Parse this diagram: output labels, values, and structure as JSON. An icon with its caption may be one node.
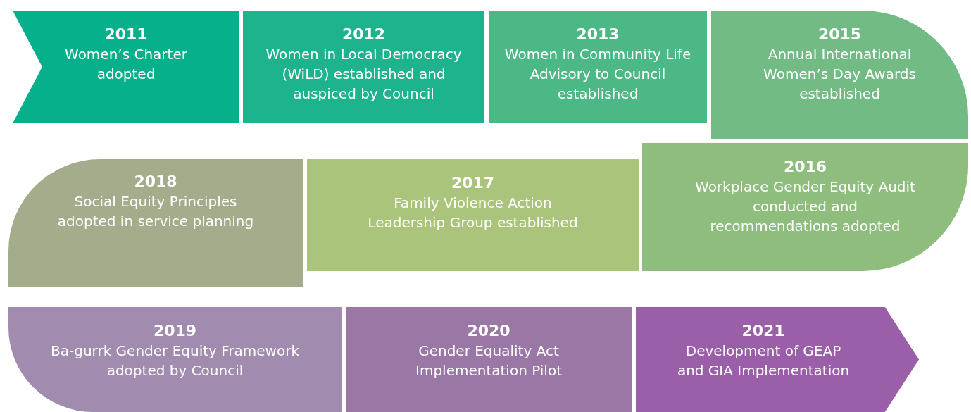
{
  "diagram": {
    "nodes": [
      {
        "text": [
          "2011",
          "Women’s Charter adopted"
        ]
      },
      {
        "text": [
          "2012",
          "Women in Local Democracy (WiLD) established and auspiced by Council"
        ]
      },
      {
        "text": [
          "2013",
          "Women in Community Life Advisory to Council established"
        ]
      },
      {
        "text": [
          "2015",
          "Annual International Women’s Day Awards established"
        ]
      },
      {
        "text": [
          "2016",
          "Workplace Gender Equity Audit conducted and recommendations adopted"
        ]
      },
      {
        "text": [
          "2017",
          "Family Violence Action Leadership Group established"
        ]
      },
      {
        "text": [
          "2018",
          "Social Equity Principles adopted in service planning"
        ]
      },
      {
        "text": [
          "2019",
          "Ba-gurrk Gender Equity Framework adopted by Council"
        ]
      },
      {
        "text": [
          "2020",
          "Gender Equality Act Implementation Pilot"
        ]
      },
      {
        "text": [
          "2021",
          "Development of GEAP and GIA Implementation"
        ]
      }
    ]
  }
}
